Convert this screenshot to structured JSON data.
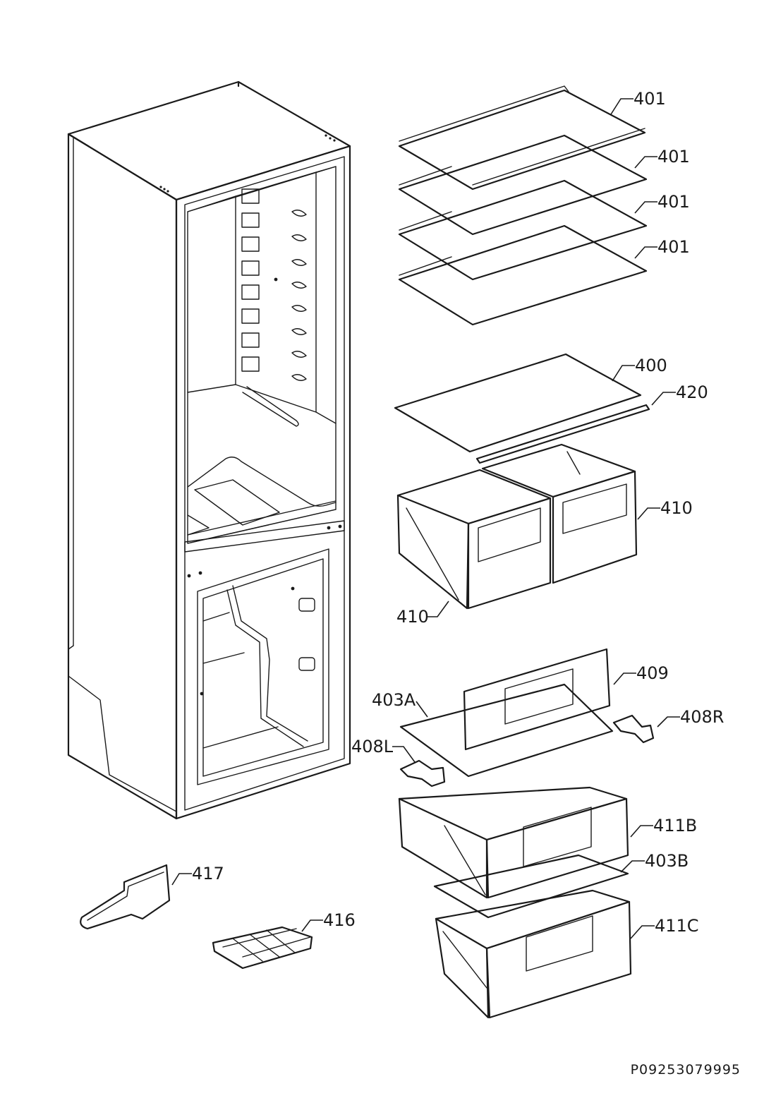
{
  "labels": {
    "shelf_1": "401",
    "shelf_2": "401",
    "shelf_3": "401",
    "shelf_4": "401",
    "glass_cover": "400",
    "cover_strip": "420",
    "crisper_right": "410",
    "crisper_left": "410",
    "drawer_front": "409",
    "drawer_cover_top": "403A",
    "hinge_right": "408R",
    "hinge_left": "408L",
    "drawer_middle": "411B",
    "drawer_cover_bottom": "403B",
    "drawer_bottom": "411C",
    "ice_scraper": "417",
    "ice_tray": "416"
  },
  "document_code": "P09253079995"
}
